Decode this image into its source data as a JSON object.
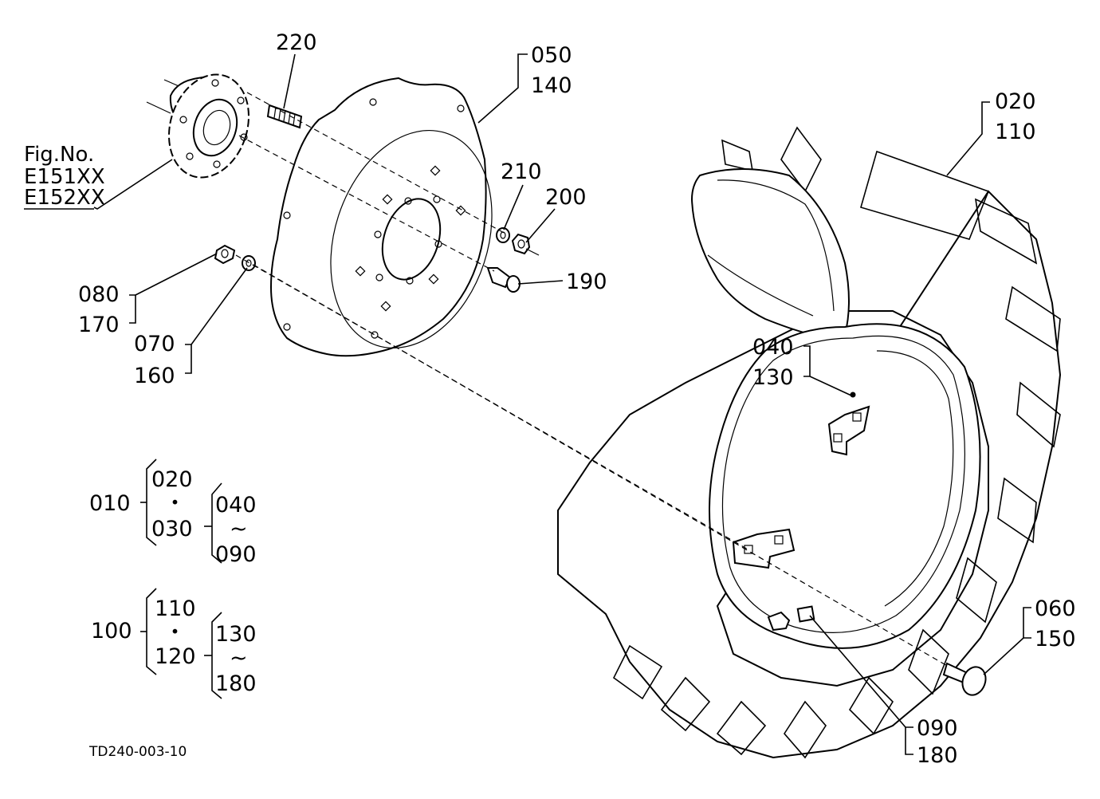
{
  "labels": {
    "p220": "220",
    "p050": "050",
    "p140": "140",
    "p020": "020",
    "p110": "110",
    "p210": "210",
    "p200": "200",
    "p190": "190",
    "p080": "080",
    "p170": "170",
    "p070": "070",
    "p160": "160",
    "p040": "040",
    "p130": "130",
    "p060": "060",
    "p150": "150",
    "p090": "090",
    "p180": "180"
  },
  "fig_ref": {
    "line1": "Fig.No.",
    "line2": "E151XX",
    "line3": "E152XX"
  },
  "legend": {
    "group1": {
      "assembly": "010",
      "a": "020",
      "dot": "・",
      "b": "030",
      "range_start": "040",
      "tilde": "~",
      "range_end": "090"
    },
    "group2": {
      "assembly": "100",
      "a": "110",
      "dot": "・",
      "b": "120",
      "range_start": "130",
      "tilde": "~",
      "range_end": "180"
    }
  },
  "drawing_code": "TD240-003-10"
}
